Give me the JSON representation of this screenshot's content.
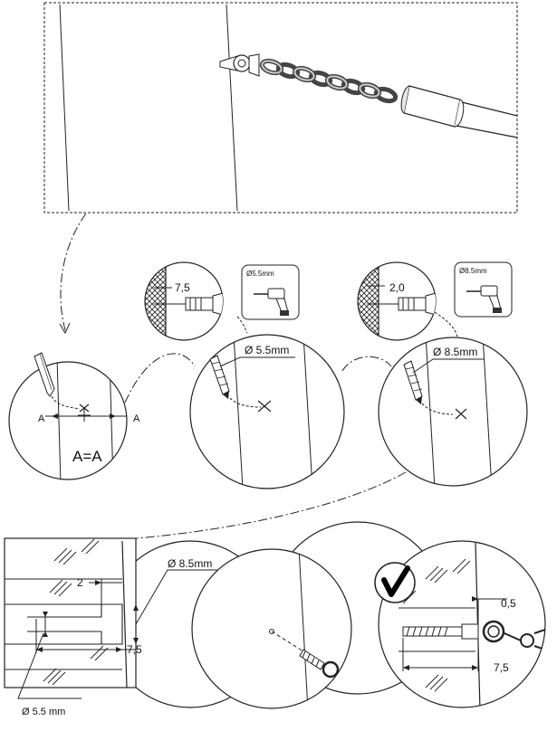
{
  "step1": {
    "label_a_left": "A",
    "label_a_right": "A",
    "equation": "A=A"
  },
  "step2": {
    "inset_dim": "7,5",
    "drill_badge": "Ø5.5mm",
    "drill_dim": "Ø 5.5mm"
  },
  "step3": {
    "inset_dim": "2,0",
    "drill_badge": "Ø8.5mm",
    "drill_dim": "Ø 8.5mm"
  },
  "section": {
    "dim_depth": "2",
    "dim_diameter": "Ø 8.5mm",
    "dim_length": "7,5",
    "dim_small_diameter": "Ø 5.5 mm"
  },
  "final": {
    "dim_gap": "0,5",
    "dim_length": "7,5"
  },
  "colors": {
    "line": "#111111",
    "chain": "#666666",
    "check": "#000000"
  }
}
